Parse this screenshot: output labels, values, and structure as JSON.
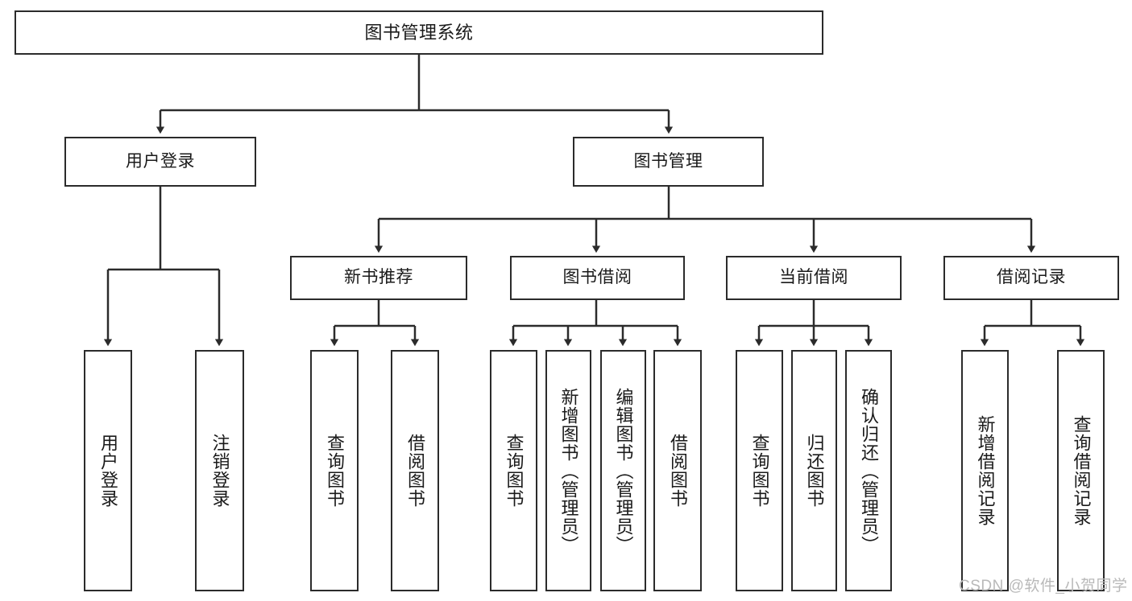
{
  "diagram": {
    "type": "tree-hierarchy-chart",
    "title": "图书管理系统",
    "stroke_color": "#2b2b2b",
    "fill_color": "#ffffff",
    "text_color": "#1a1a1a",
    "watermark": "CSDN @软件_小贺同学",
    "watermark_color": "#b9b9b9",
    "levels": 4,
    "root": {
      "label": "图书管理系统",
      "orientation": "horizontal"
    },
    "level2": [
      {
        "label": "用户登录",
        "orientation": "horizontal"
      },
      {
        "label": "图书管理",
        "orientation": "horizontal"
      }
    ],
    "level3": [
      {
        "label": "新书推荐",
        "orientation": "horizontal",
        "parent": "图书管理"
      },
      {
        "label": "图书借阅",
        "orientation": "horizontal",
        "parent": "图书管理"
      },
      {
        "label": "当前借阅",
        "orientation": "horizontal",
        "parent": "图书管理"
      },
      {
        "label": "借阅记录",
        "orientation": "horizontal",
        "parent": "图书管理"
      }
    ],
    "leaves": {
      "user_login": [
        {
          "label": "用户登录",
          "orientation": "vertical"
        },
        {
          "label": "注销登录",
          "orientation": "vertical"
        }
      ],
      "new_book_recommend": [
        {
          "label": "查询图书",
          "orientation": "vertical"
        },
        {
          "label": "借阅图书",
          "orientation": "vertical"
        }
      ],
      "book_borrow": [
        {
          "label": "查询图书",
          "orientation": "vertical"
        },
        {
          "label": "新增图书（管理员）",
          "orientation": "vertical"
        },
        {
          "label": "编辑图书（管理员）",
          "orientation": "vertical"
        },
        {
          "label": "借阅图书",
          "orientation": "vertical"
        }
      ],
      "current_borrow": [
        {
          "label": "查询图书",
          "orientation": "vertical"
        },
        {
          "label": "归还图书",
          "orientation": "vertical"
        },
        {
          "label": "确认归还（管理员）",
          "orientation": "vertical"
        }
      ],
      "borrow_record": [
        {
          "label": "新增借阅记录",
          "orientation": "vertical"
        },
        {
          "label": "查询借阅记录",
          "orientation": "vertical"
        }
      ]
    }
  }
}
